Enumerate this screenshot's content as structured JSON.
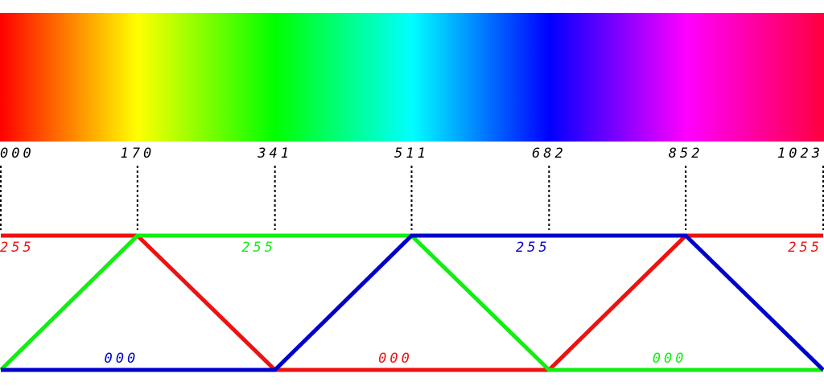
{
  "spectrum": {
    "stops": [
      {
        "color": "#ff0000"
      },
      {
        "color": "#ffff00"
      },
      {
        "color": "#00ff00"
      },
      {
        "color": "#00ffff"
      },
      {
        "color": "#0000ff"
      },
      {
        "color": "#ff00ff"
      },
      {
        "color": "#ff0040"
      }
    ]
  },
  "ticks": [
    {
      "value": 0,
      "label": "000"
    },
    {
      "value": 170,
      "label": "170"
    },
    {
      "value": 341,
      "label": "341"
    },
    {
      "value": 511,
      "label": "511"
    },
    {
      "value": 682,
      "label": "682"
    },
    {
      "value": 852,
      "label": "852"
    },
    {
      "value": 1023,
      "label": "1023"
    }
  ],
  "domain": {
    "min": 0,
    "max": 1023
  },
  "colors": {
    "red": "#ee1111",
    "green": "#11ee11",
    "blue": "#0000cc",
    "tick": "#000000"
  },
  "channel_labels": [
    {
      "text": "255",
      "color": "red",
      "at": 0,
      "level": "max"
    },
    {
      "text": "255",
      "color": "green",
      "at": 341,
      "level": "max"
    },
    {
      "text": "255",
      "color": "blue",
      "at": 682,
      "level": "max"
    },
    {
      "text": "255",
      "color": "red",
      "at": 1023,
      "level": "max"
    },
    {
      "text": "000",
      "color": "blue",
      "at": 170,
      "level": "min"
    },
    {
      "text": "000",
      "color": "red",
      "at": 511,
      "level": "min"
    },
    {
      "text": "000",
      "color": "green",
      "at": 852,
      "level": "min"
    }
  ],
  "channels": [
    {
      "name": "red",
      "points": [
        [
          0,
          255
        ],
        [
          170,
          255
        ],
        [
          341,
          0
        ],
        [
          682,
          0
        ],
        [
          852,
          255
        ],
        [
          1023,
          255
        ]
      ]
    },
    {
      "name": "green",
      "points": [
        [
          0,
          0
        ],
        [
          170,
          255
        ],
        [
          511,
          255
        ],
        [
          682,
          0
        ],
        [
          1023,
          0
        ]
      ]
    },
    {
      "name": "blue",
      "points": [
        [
          0,
          0
        ],
        [
          341,
          0
        ],
        [
          511,
          255
        ],
        [
          852,
          255
        ],
        [
          1023,
          0
        ]
      ]
    }
  ]
}
